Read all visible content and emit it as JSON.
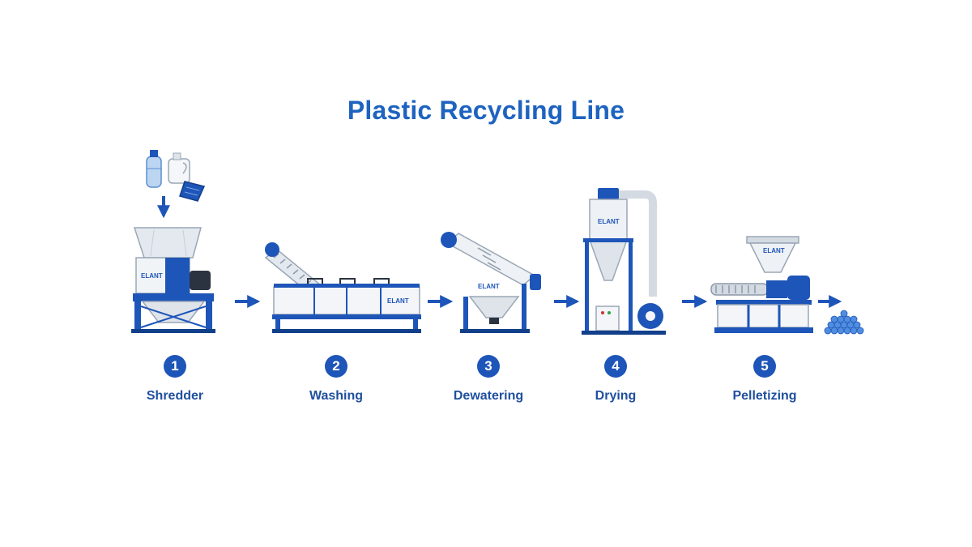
{
  "title": "Plastic Recycling Line",
  "brand_label": "ELANT",
  "colors": {
    "primary": "#1e55b8",
    "title": "#1e63c0",
    "steel": "#e9eef4",
    "outline": "#9aa7b6"
  },
  "steps": [
    {
      "number": "1",
      "label": "Shredder",
      "icon": "shredder-machine"
    },
    {
      "number": "2",
      "label": "Washing",
      "icon": "washing-tank"
    },
    {
      "number": "3",
      "label": "Dewatering",
      "icon": "dewatering-machine"
    },
    {
      "number": "4",
      "label": "Drying",
      "icon": "cyclone-dryer"
    },
    {
      "number": "5",
      "label": "Pelletizing",
      "icon": "pelletizing-extruder"
    }
  ],
  "input_items": [
    "plastic-bottle-icon",
    "jug-icon",
    "basket-icon"
  ],
  "output_item": "pellets-icon"
}
